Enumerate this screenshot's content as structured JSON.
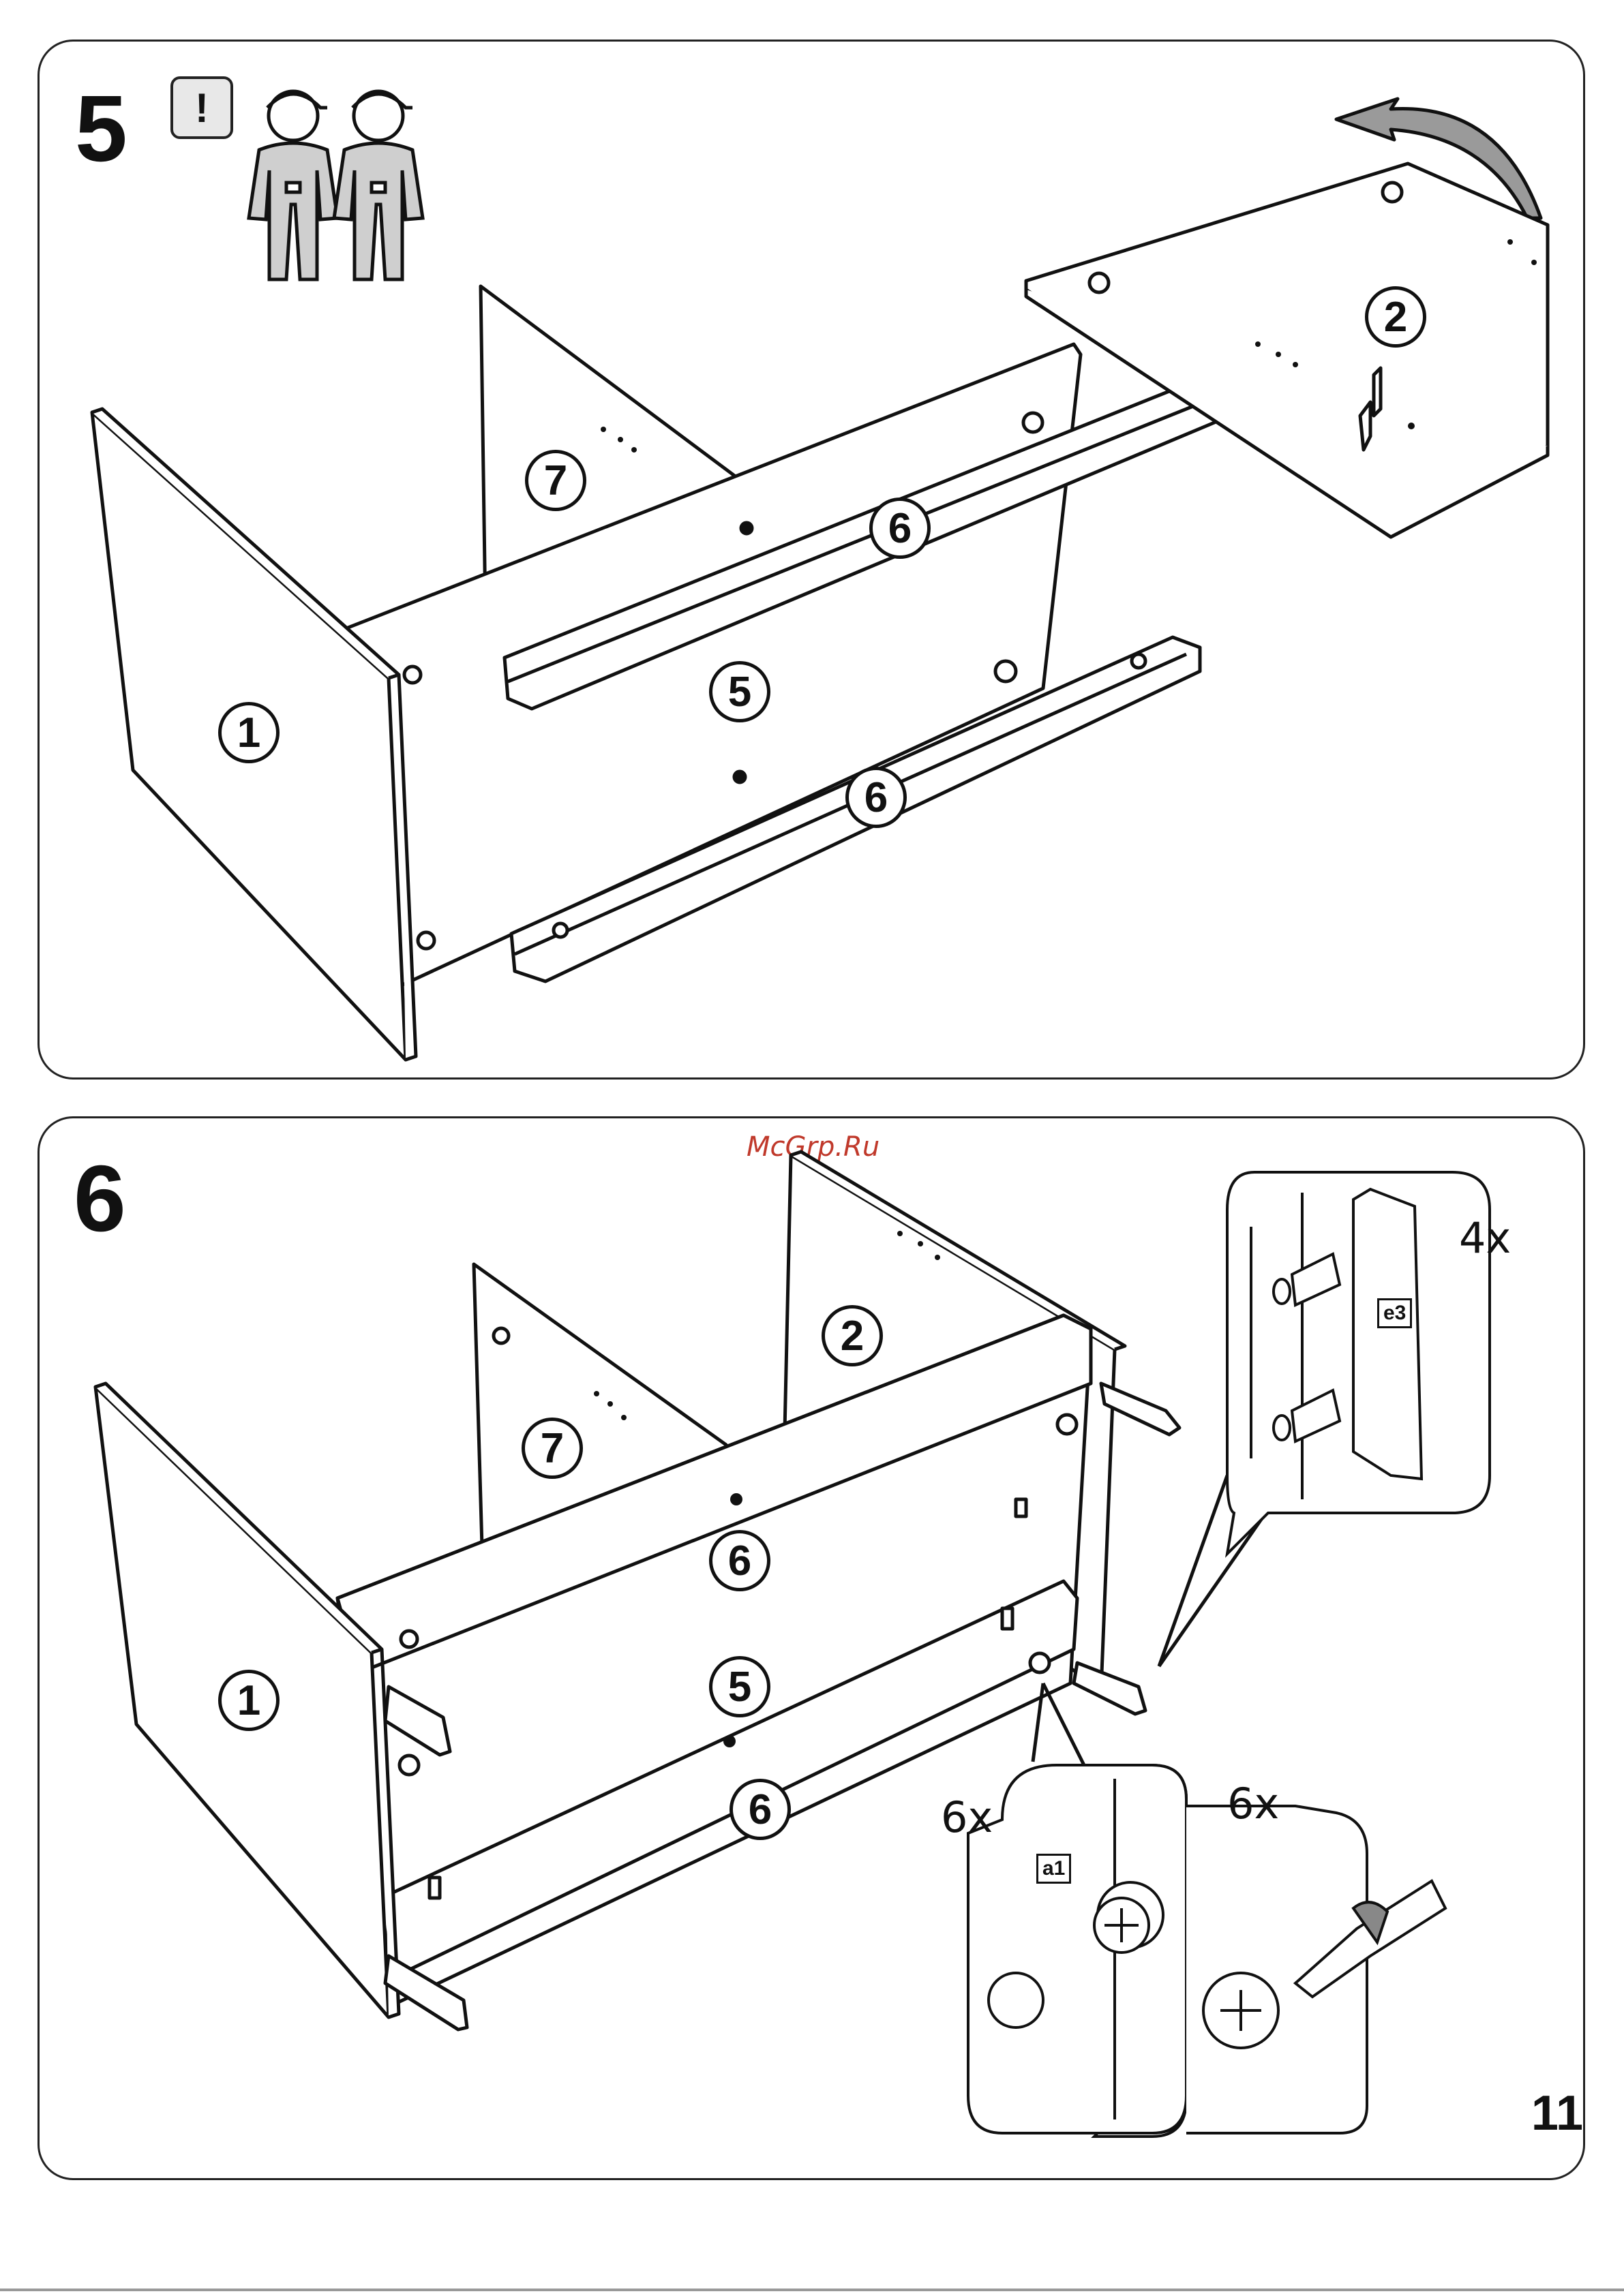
{
  "page_number": "11",
  "watermark": "McGrp.Ru",
  "step5": {
    "step_number": "5",
    "warning_symbol": "!",
    "icons": [
      "warning-icon",
      "two-persons-icon",
      "rotate-arrow-icon"
    ],
    "part_labels": [
      "1",
      "7",
      "5",
      "6",
      "6",
      "2"
    ]
  },
  "step6": {
    "step_number": "6",
    "part_labels": [
      "1",
      "7",
      "2",
      "5",
      "6",
      "6"
    ],
    "detail_e3": {
      "tag": "e3",
      "quantity": "4x"
    },
    "detail_a1": {
      "tag": "a1",
      "quantity": "6x"
    },
    "detail_screwdriver": {
      "quantity": "6x"
    },
    "icons": [
      "dowel-icon",
      "cam-lock-icon",
      "screwdriver-icon"
    ]
  },
  "colors": {
    "line": "#111111",
    "panel_border": "#222222",
    "watermark": "#c0392b",
    "person_fill": "#cfcfcf"
  }
}
